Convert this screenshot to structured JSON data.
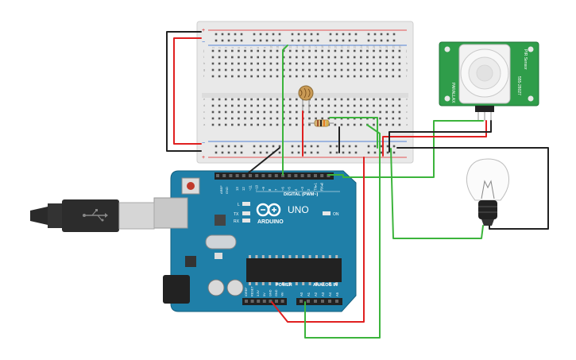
{
  "breadboard": {
    "row_letters_top": [
      "j",
      "i",
      "h",
      "g",
      "f"
    ],
    "row_letters_bottom": [
      "e",
      "d",
      "c",
      "b",
      "a"
    ],
    "column_numbers": [
      "1",
      "2",
      "3",
      "4",
      "5",
      "6",
      "7",
      "8",
      "9",
      "10",
      "11",
      "12",
      "13",
      "14",
      "15",
      "16",
      "17",
      "18",
      "19",
      "20",
      "21",
      "22",
      "23",
      "24",
      "25",
      "26",
      "27",
      "28",
      "29",
      "30"
    ]
  },
  "arduino": {
    "brand": "ARDUINO",
    "model": "UNO",
    "digital_label": "DIGITAL (PWM~)",
    "power_label": "POWER",
    "analog_label": "ANALOG IN",
    "led_on": "ON",
    "led_l": "L",
    "led_tx": "TX",
    "led_rx": "RX",
    "aref": "AREF",
    "gnd": "GND",
    "digital_pins": [
      "13",
      "12",
      "~11",
      "~10",
      "~9",
      "8",
      "7",
      "~6",
      "~5",
      "4",
      "~3",
      "2",
      "TX▸1",
      "RX◂0"
    ],
    "power_pins": [
      "IOREF",
      "RESET",
      "3.3V",
      "5V",
      "GND",
      "GND",
      "Vin"
    ],
    "analog_pins": [
      "A0",
      "A1",
      "A2",
      "A3",
      "A4",
      "A5"
    ]
  },
  "pir_sensor": {
    "label_left": "PIR Sensor",
    "label_right": "555-28027",
    "label_brand": "PARALLAX"
  },
  "colors": {
    "wire_red": "#e02020",
    "wire_black": "#222222",
    "wire_green": "#3cb43c",
    "board_blue": "#1f7fa8",
    "pcb_green": "#2f9d4a"
  }
}
